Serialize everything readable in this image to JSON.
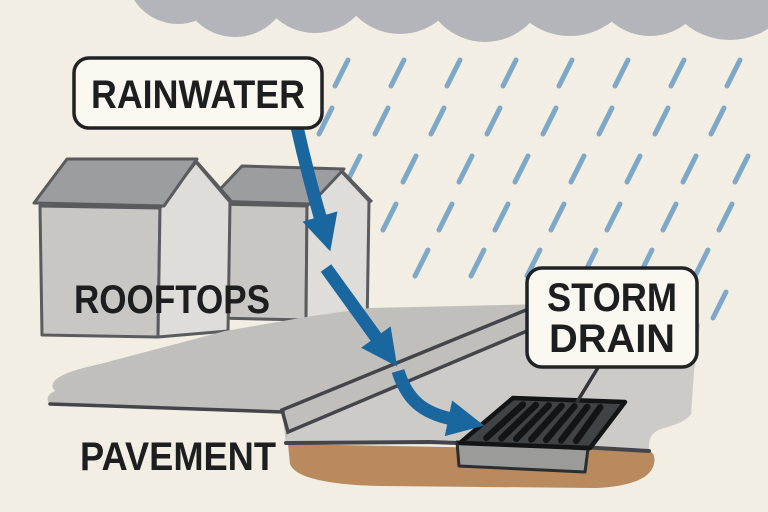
{
  "labels": {
    "rainwater": "RAINWATER",
    "rooftops": "ROOFTOPS",
    "pavement": "PAVEMENT",
    "storm_drain": {
      "line1": "STORM",
      "line2": "DRAIN"
    }
  },
  "colors": {
    "background": "#f2eee3",
    "cloud": "#b3b5ba",
    "rain": "#7ea8c9",
    "arrow": "#1a679f",
    "house_front": "#c8c7c4",
    "house_side": "#deddd9",
    "roof": "#9b9da0",
    "ground": "#c0bfbc",
    "pavement_slab": "#cccbc8",
    "curb_strip": "#d8d7d3",
    "dirt": "#b98a5e",
    "drain_frame": "#404346",
    "drain_base": "#9b9b99",
    "label_fill": "#fbf8f1",
    "label_border": "#212225",
    "label_text": "#1d1e20"
  }
}
